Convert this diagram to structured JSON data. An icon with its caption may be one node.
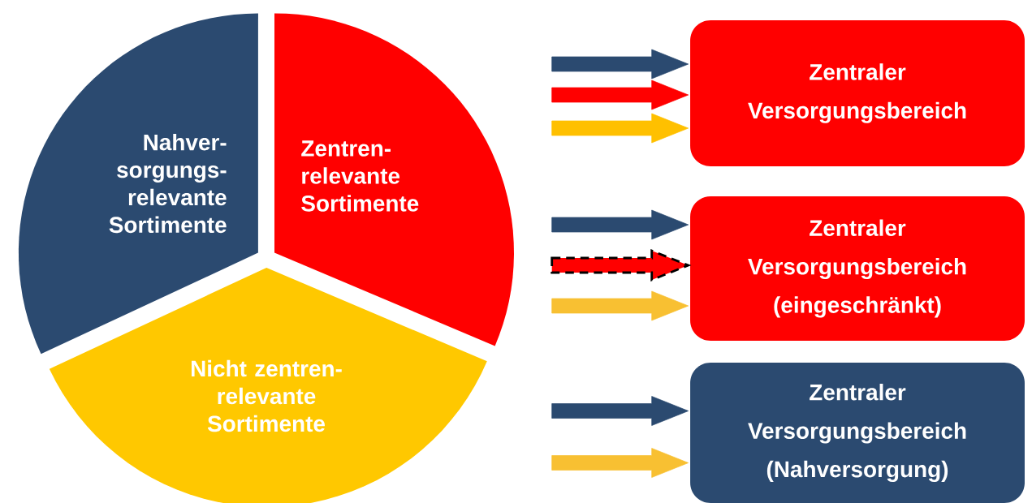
{
  "diagram": {
    "nodes": [
      {
        "text": [
          "Nahver- sorgungs- relevante Sortimente"
        ]
      },
      {
        "text": [
          "Zentren- relevante Sortimente"
        ]
      },
      {
        "text": [
          "Nicht zentren- relevante Sortimente"
        ]
      },
      {
        "text": [
          "Zentraler Versorgungsbereich"
        ]
      },
      {
        "text": [
          "Zentraler Versorgungsbereich (eingeschränkt)"
        ]
      },
      {
        "text": [
          "Zentraler Versorgungsbereich (Nahversorgung)"
        ]
      }
    ],
    "edges": [
      {
        "from": null,
        "to": 3,
        "arrow": "to",
        "color": "#2b4a70"
      },
      {
        "from": null,
        "to": 3,
        "arrow": "to",
        "color": "#ff0000"
      },
      {
        "from": null,
        "to": 3,
        "arrow": "to",
        "color": "#ffc000"
      },
      {
        "from": null,
        "to": 4,
        "arrow": "to",
        "color": "#2b4a70"
      },
      {
        "from": null,
        "to": 4,
        "arrow": "to",
        "color": "#ff0000",
        "style": "dashed"
      },
      {
        "from": null,
        "to": 4,
        "arrow": "to",
        "color": "#f8c032"
      },
      {
        "from": null,
        "to": 5,
        "arrow": "to",
        "color": "#2b4a70"
      },
      {
        "from": null,
        "to": 5,
        "arrow": "to",
        "color": "#f8c032"
      }
    ]
  }
}
